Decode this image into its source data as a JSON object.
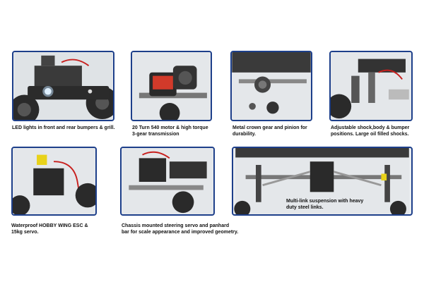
{
  "panels": [
    {
      "id": "led",
      "caption": [
        "LED lights in front and rear bumpers & grill."
      ]
    },
    {
      "id": "motor",
      "caption": [
        "20 Turn 540 motor & high torque",
        "3-gear transmission"
      ]
    },
    {
      "id": "gear",
      "caption": [
        "Metal crown gear and pinion for",
        "durability."
      ]
    },
    {
      "id": "shock",
      "caption": [
        "Adjustable shock,body & bumper",
        "positions. Large oil filled shocks."
      ]
    },
    {
      "id": "esc",
      "caption": [
        "Waterproof HOBBY WING ESC &",
        "15kg servo."
      ]
    },
    {
      "id": "servo",
      "caption": [
        "Chassis mounted steering servo and panhard",
        "bar for scale appearance and improved geometry."
      ]
    },
    {
      "id": "suspension",
      "caption": [
        "Multi-link suspension with heavy",
        "duty steel links."
      ]
    }
  ],
  "colors": {
    "border": "#1d3f8a",
    "accent_red": "#c8201e",
    "accent_yellow": "#e8d21a"
  }
}
